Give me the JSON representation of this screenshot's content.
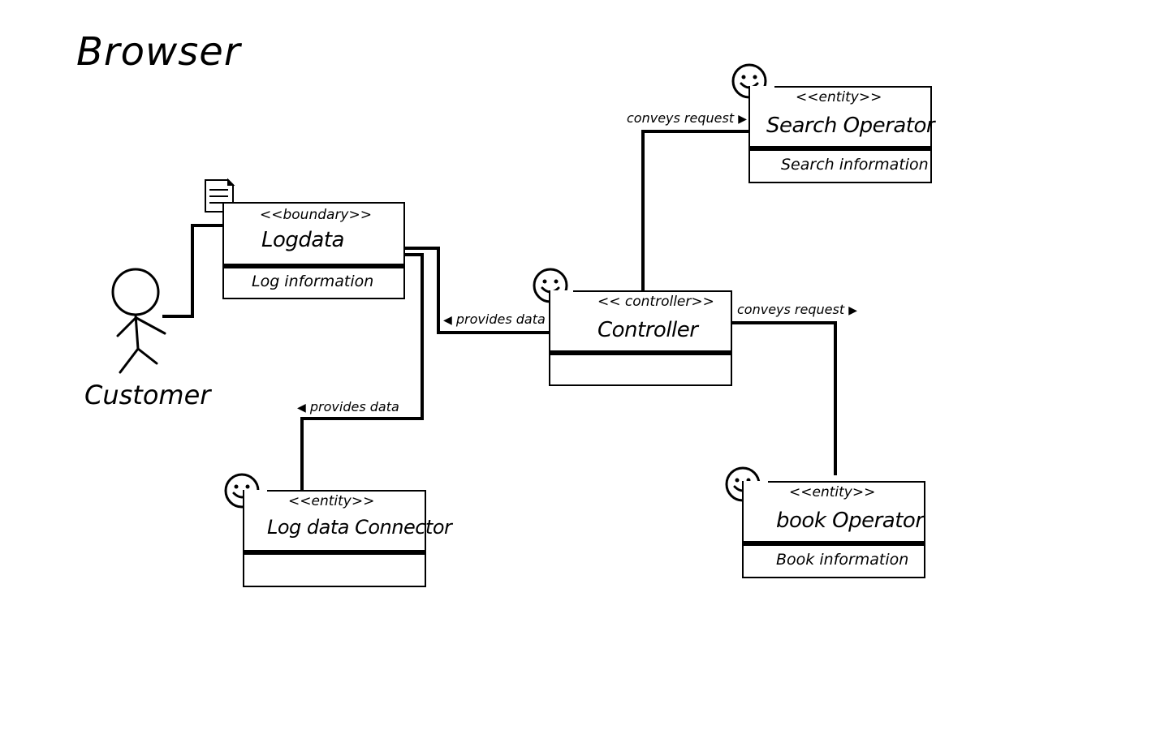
{
  "diagram": {
    "title": "Browser",
    "actor": {
      "label": "Customer",
      "icon": "stick-figure-icon"
    },
    "classes": {
      "logdata": {
        "stereotype": "<<boundary>>",
        "name": "Logdata",
        "attribute": "Log   information",
        "icon": "document-icon"
      },
      "controller": {
        "stereotype": "<< controller>>",
        "name": "Controller",
        "attribute": "",
        "icon": "smiley-icon"
      },
      "search_operator": {
        "stereotype": "<<entity>>",
        "name": "Search Operator",
        "attribute": "Search   information",
        "icon": "smiley-icon"
      },
      "book_operator": {
        "stereotype": "<<entity>>",
        "name": "book Operator",
        "attribute": "Book  information",
        "icon": "smiley-icon"
      },
      "logdata_connector": {
        "stereotype": "<<entity>>",
        "name": "Log data Connector",
        "attribute": "",
        "icon": "smiley-icon"
      }
    },
    "associations": [
      {
        "from": "Customer",
        "to": "Logdata",
        "label": ""
      },
      {
        "from": "Controller",
        "to": "Logdata",
        "label": "provides data",
        "arrow": "◀"
      },
      {
        "from": "LogdataConnector",
        "to": "Logdata",
        "label": "provides data",
        "arrow": "◀"
      },
      {
        "from": "Controller",
        "to": "SearchOperator",
        "label": "conveys request",
        "arrow": "▶"
      },
      {
        "from": "Controller",
        "to": "bookOperator",
        "label": "conveys request",
        "arrow": "▶"
      }
    ]
  }
}
